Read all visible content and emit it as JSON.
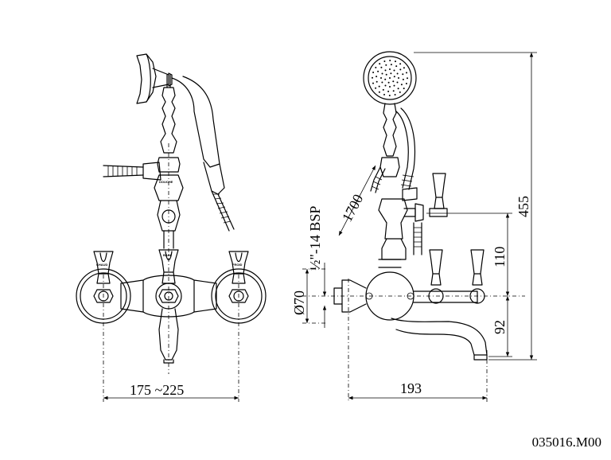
{
  "dimensions": {
    "width_range": "175 ~225",
    "depth": "193",
    "total_height": "455",
    "center_height": "110",
    "spout_height": "92",
    "hose_length": "1700",
    "diameter": "Ø70",
    "thread": "½\"-14 BSP"
  },
  "labels": {
    "chaud": "CHAUD",
    "froid": "FROID",
    "douche": "DOUCHE",
    "bain": "BAIN"
  },
  "product_code": "035016.M00"
}
